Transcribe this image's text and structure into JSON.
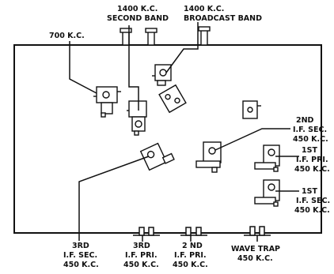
{
  "labels": {
    "kc700": "700 K.C.",
    "kc1400_second_l1": "1400 K.C.",
    "kc1400_second_l2": "SECOND BAND",
    "kc1400_broadcast_l1": "1400 K.C.",
    "kc1400_broadcast_l2": "BROADCAST BAND",
    "if2_sec_l1": "2ND",
    "if2_sec_l2": "I.F. SEC.",
    "if2_sec_l3": "450 K.C.",
    "if1_pri_l1": "1ST",
    "if1_pri_l2": "I.F. PRI.",
    "if1_pri_l3": "450 K.C.",
    "if1_sec_l1": "1ST",
    "if1_sec_l2": "I.F. SEC.",
    "if1_sec_l3": "450 K.C.",
    "if3_sec_l1": "3RD",
    "if3_sec_l2": "I.F. SEC.",
    "if3_sec_l3": "450 K.C.",
    "if3_pri_l1": "3RD",
    "if3_pri_l2": "I.F. PRI.",
    "if3_pri_l3": "450 K.C.",
    "if2_pri_l1": "2 ND",
    "if2_pri_l2": "I.F. PRI.",
    "if2_pri_l3": "450 K.C.",
    "wave_trap_l1": "WAVE TRAP",
    "wave_trap_l2": "450 K.C."
  },
  "colors": {
    "ink": "#111111",
    "paper": "#ffffff"
  }
}
